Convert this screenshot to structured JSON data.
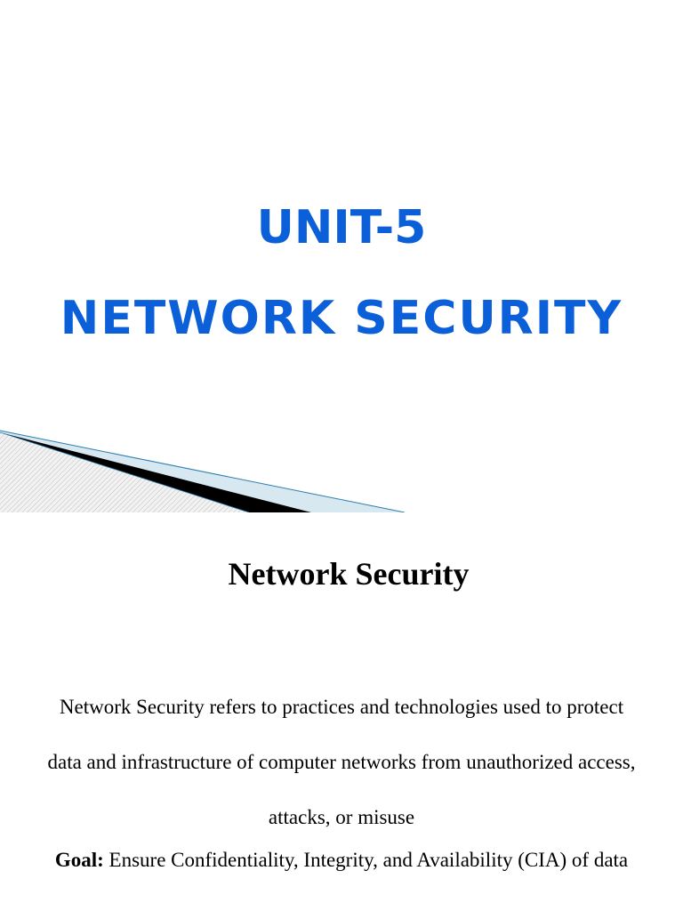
{
  "slide": {
    "title_line_1": "UNIT-5",
    "title_line_2": "NETWORK SECURITY",
    "title_color": "#0b5fd8"
  },
  "page2": {
    "heading": "Network Security",
    "body_lines": [
      "Network Security refers to practices and technologies used to protect",
      "data and infrastructure of computer networks from unauthorized access,",
      "attacks, or misuse"
    ],
    "goal_label": "Goal:",
    "goal_text": " Ensure Confidentiality, Integrity, and Availability (CIA) of data"
  }
}
